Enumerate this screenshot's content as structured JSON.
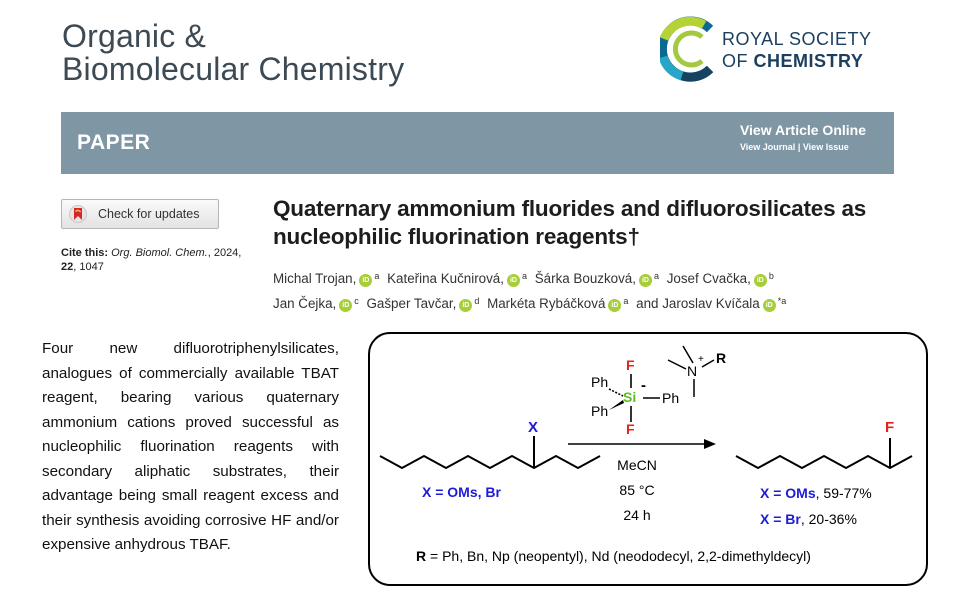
{
  "journal": {
    "title_line1": "Organic &",
    "title_line2": "Biomolecular Chemistry"
  },
  "publisher": {
    "line1": "ROYAL SOCIETY",
    "line2_prefix": "OF ",
    "line2_bold": "CHEMISTRY"
  },
  "banner": {
    "label": "PAPER",
    "view_online": "View Article Online",
    "view_journal": "View Journal",
    "separator": " | ",
    "view_issue": "View Issue"
  },
  "check_updates": {
    "label": "Check for updates"
  },
  "citation": {
    "prefix": "Cite this:",
    "journal": "Org. Biomol. Chem.",
    "year": ", 2024,",
    "volume": "22",
    "pages": ", 1047"
  },
  "article": {
    "title": "Quaternary ammonium fluorides and difluorosilicates as nucleophilic fluorination reagents†",
    "authors": [
      {
        "name": "Michal Trojan,",
        "aff": "a"
      },
      {
        "name": "Kateřina Kučnirová,",
        "aff": "a"
      },
      {
        "name": "Šárka Bouzková,",
        "aff": "a"
      },
      {
        "name": "Josef Cvačka,",
        "aff": "b"
      },
      {
        "name": "Jan Čejka,",
        "aff": "c"
      },
      {
        "name": "Gašper Tavčar,",
        "aff": "d"
      },
      {
        "name": "Markéta Rybáčková",
        "aff": "a"
      },
      {
        "name": "and Jaroslav Kvíčala",
        "aff": "*a"
      }
    ],
    "orcid_label": "iD"
  },
  "abstract": "Four new difluorotriphenylsilicates, analogues of commercially available TBAT reagent, bearing various quaternary ammonium cations proved successful as nucleophilic fluorination reagents with secondary aliphatic substrates, their advantage being small reagent excess and their synthesis avoiding corrosive HF and/or expensive anhydrous TBAF.",
  "scheme": {
    "reactant_label": "X = OMs, Br",
    "reactant_atom": "X",
    "product_atom": "F",
    "reagent": {
      "f_top": "F",
      "f_bottom": "F",
      "si": "Si",
      "charge_minus": "-",
      "ph1": "Ph",
      "ph2": "Ph",
      "ph3": "Ph",
      "n": "N",
      "charge_plus": "+",
      "r": "R"
    },
    "conditions": [
      "MeCN",
      "85 °C",
      "24 h"
    ],
    "yields": [
      {
        "label": "X = OMs",
        "value": ", 59-77%"
      },
      {
        "label": "X = Br",
        "value": ", 20-36%"
      }
    ],
    "r_definition_label": "R",
    "r_definition": " = Ph, Bn, Np (neopentyl), Nd (neododecyl, 2,2-dimethyldecyl)"
  },
  "colors": {
    "blue": "#1c1cd6",
    "red": "#e2231a",
    "green": "#5bbf21",
    "banner": "#7f96a4",
    "orcid": "#a6ce39"
  }
}
